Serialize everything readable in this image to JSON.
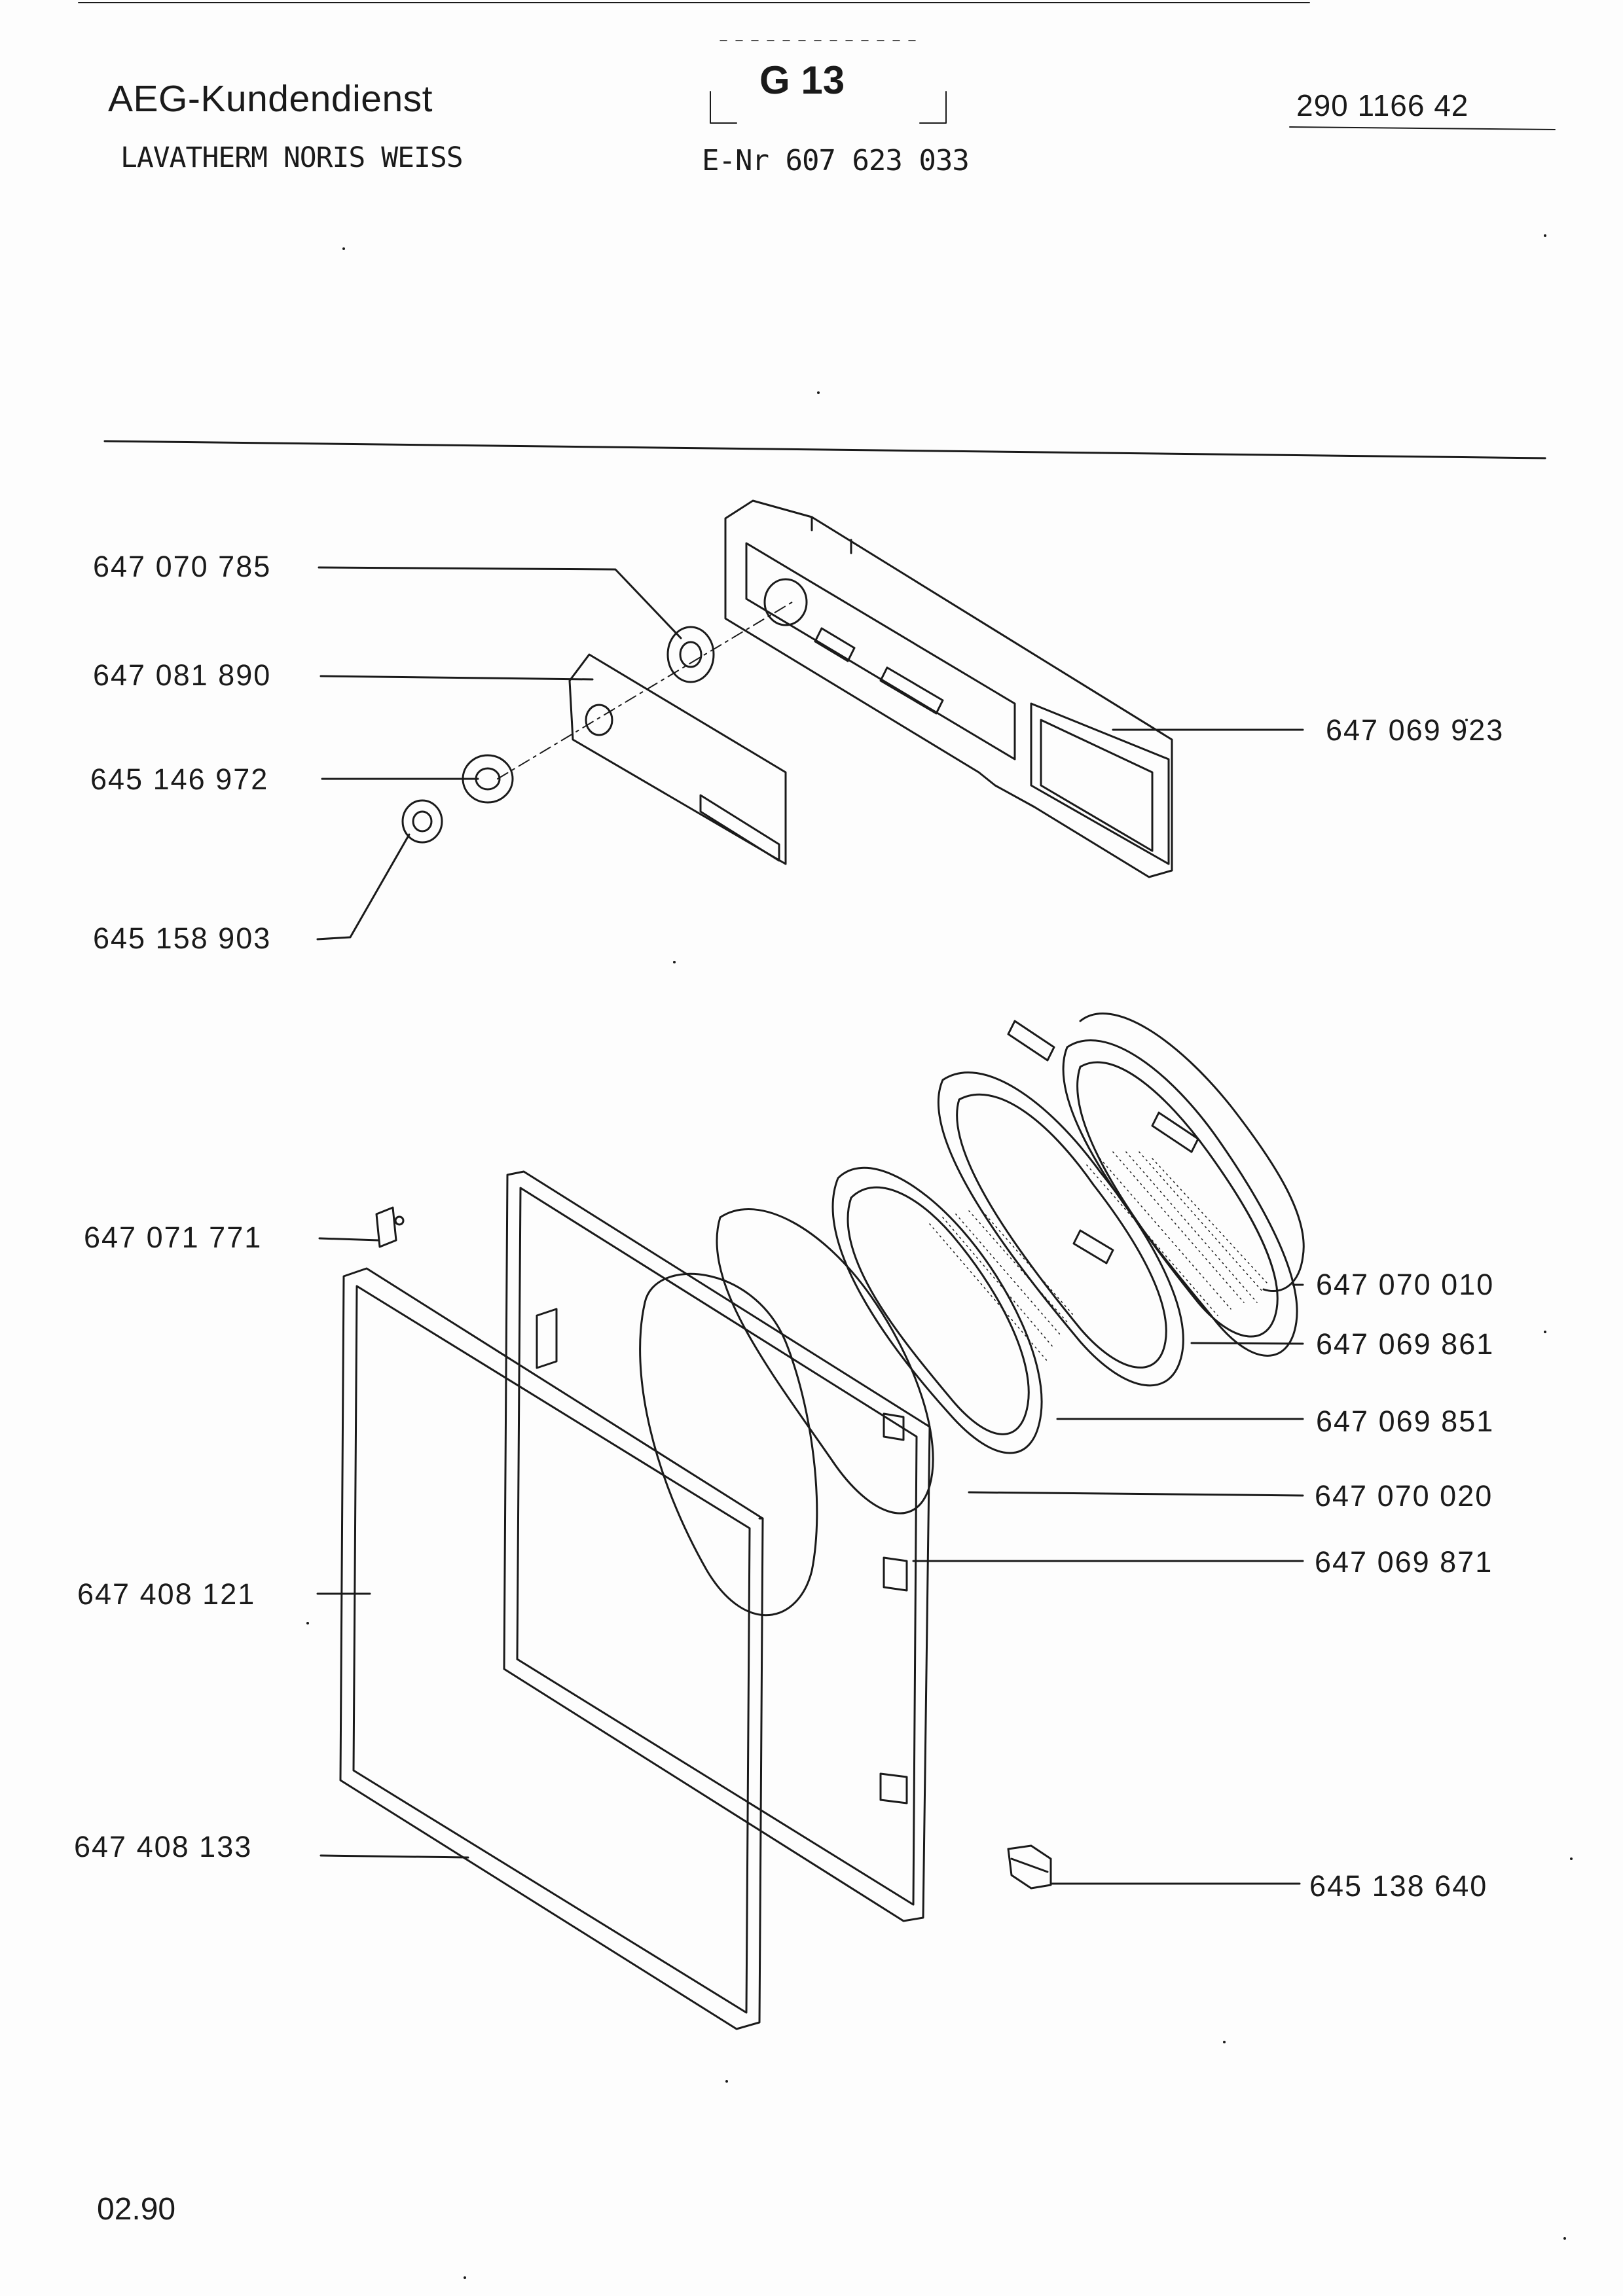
{
  "header": {
    "brand": "AEG-Kundendienst",
    "model": "LAVATHERM NORIS WEISS",
    "sheet_code": "G 13",
    "e_nr": "E-Nr 607 623 033",
    "doc_number": "290 1166 42"
  },
  "parts": {
    "p1": "647 070 785",
    "p2": "647 081 890",
    "p3": "645 146 972",
    "p4": "645 158 903",
    "p5": "647 069 923",
    "p6": "647 071 771",
    "p7": "647 408 121",
    "p8": "647 408 133",
    "p9": "647 070 010",
    "p10": "647 069 861",
    "p11": "647 069 851",
    "p12": "647 070 020",
    "p13": "647 069 871",
    "p14": "645 138 640"
  },
  "footer": {
    "date": "02.90"
  }
}
